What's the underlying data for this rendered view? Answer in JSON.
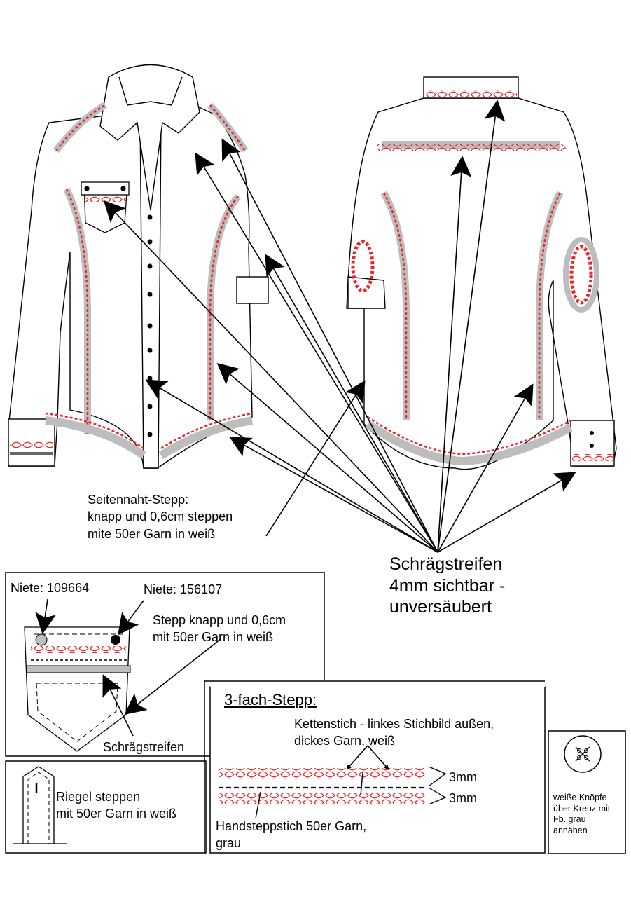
{
  "labels": {
    "side_seam": [
      "Seitennaht-Stepp:",
      "knapp und 0,6cm steppen",
      "mite 50er Garn in weiß"
    ],
    "bias_strip": [
      "Schrägstreifen",
      "4mm sichtbar -",
      "unversäubert"
    ],
    "rivet_left": "Niete: 109664",
    "rivet_right": "Niete: 156107",
    "pocket_stitch": [
      "Stepp knapp und 0,6cm",
      "mit 50er Garn in weiß"
    ],
    "pocket_bias": "Schrägstreifen",
    "bartack": [
      "Riegel steppen",
      "mit 50er Garn in weiß"
    ],
    "triple_title": "3-fach-Stepp:",
    "chain_stitch": [
      "Kettenstich - linkes Stichbild außen,",
      "dickes Garn, weiß"
    ],
    "measure_top": "3mm",
    "measure_bottom": "3mm",
    "hand_stitch": [
      "Handsteppstich 50er Garn,",
      "grau"
    ],
    "buttons": [
      "weiße Knöpfe",
      "über Kreuz mit",
      "Fb. grau",
      "annähen"
    ]
  },
  "colors": {
    "stitch_red": "#e8262a",
    "bias_gray": "#bdbdbd",
    "outline": "#000000"
  }
}
